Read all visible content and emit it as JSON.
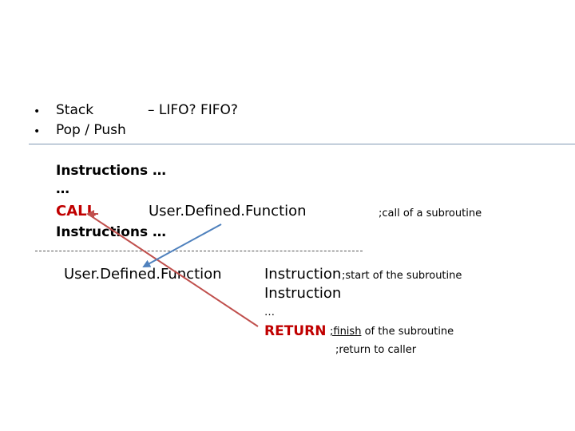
{
  "bullets": {
    "stack_label": "Stack",
    "stack_question": "– LIFO? FIFO?",
    "pop_push": "Pop / Push"
  },
  "caller": {
    "line1": "Instructions …",
    "line2": "…",
    "call_keyword": "CALL",
    "call_target": "User.Defined.Function",
    "call_comment": ";call of a subroutine",
    "line4": "Instructions …"
  },
  "subroutine": {
    "name": "User.Defined.Function",
    "instr1": "Instruction",
    "start_comment": ";start of the subroutine",
    "instr2": "Instruction",
    "ellipsis": "…",
    "return_keyword": "RETURN",
    "finish_word": ";finish",
    "finish_rest": " of the subroutine",
    "return_comment": ";return to caller"
  },
  "colors": {
    "keyword_red": "#c00000",
    "arrow_red": "#c0504d",
    "arrow_blue": "#4f81bd",
    "rule": "#7f99b3"
  }
}
